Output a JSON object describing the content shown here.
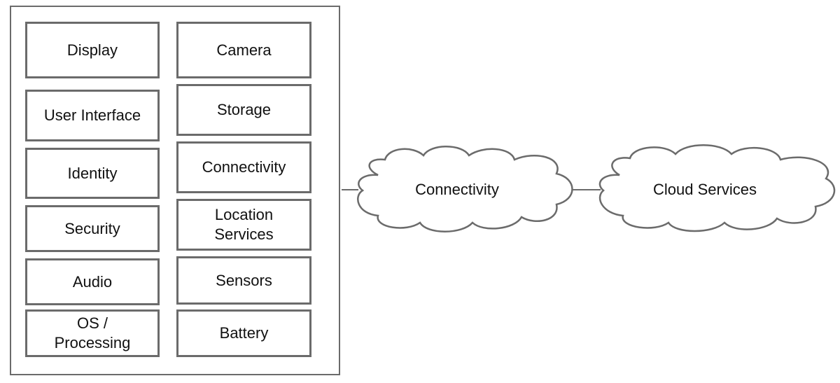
{
  "device": {
    "left_column": [
      "Display",
      "User Interface",
      "Identity",
      "Security",
      "Audio",
      "OS /\nProcessing"
    ],
    "right_column": [
      "Camera",
      "Storage",
      "Connectivity",
      "Location\nServices",
      "Sensors",
      "Battery"
    ]
  },
  "clouds": {
    "network": "Connectivity",
    "cloud": "Cloud Services"
  },
  "colors": {
    "stroke": "#6b6b6b",
    "fill": "#ffffff",
    "text": "#111111"
  }
}
